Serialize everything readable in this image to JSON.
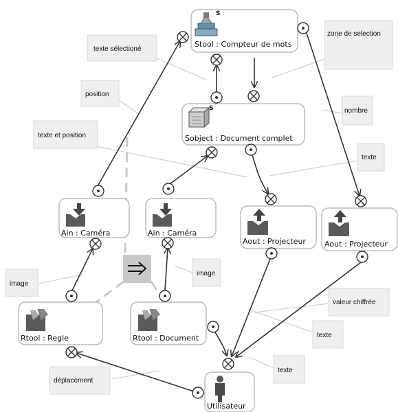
{
  "nodes": {
    "stool": {
      "label": "Stool : Compteur de mots",
      "badge": "S"
    },
    "sobject": {
      "label": "Sobject : Document complet",
      "badge": "S"
    },
    "ain1": {
      "label": "Ain : Caméra"
    },
    "ain2": {
      "label": "Ain : Caméra"
    },
    "aout1": {
      "label": "Aout : Projecteur"
    },
    "aout2": {
      "label": "Aout : Projecteur"
    },
    "rtool1": {
      "label": "Rtool : Regle"
    },
    "rtool2": {
      "label": "Rtool : Document"
    },
    "user": {
      "label": "Utilisateur"
    }
  },
  "notes": {
    "texte_selectionne": "texte sélectioné",
    "position": "position",
    "texte_et_position": "texte et position",
    "zone_de_selection": "zone de selection",
    "nombre": "nombre",
    "texte_1": "texte",
    "image_1": "image",
    "image_2": "image",
    "valeur_chiffree": "valeur chiffrée",
    "texte_2": "texte",
    "texte_3": "texte",
    "deplacement": "déplacement"
  },
  "colors": {
    "edge": "#333333",
    "note_fill": "#efefef",
    "note_link": "#c8c8c8",
    "dashed": "#c8c8c8",
    "node_border": "#bbbbbb"
  },
  "icons": {
    "stool": "toolbox-icon",
    "sobject": "document-object-icon",
    "ain": "input-arrow-icon",
    "aout": "output-arrow-icon",
    "rtool": "wrench-tool-icon",
    "user": "user-icon",
    "equivalence": "double-arrow-icon"
  }
}
